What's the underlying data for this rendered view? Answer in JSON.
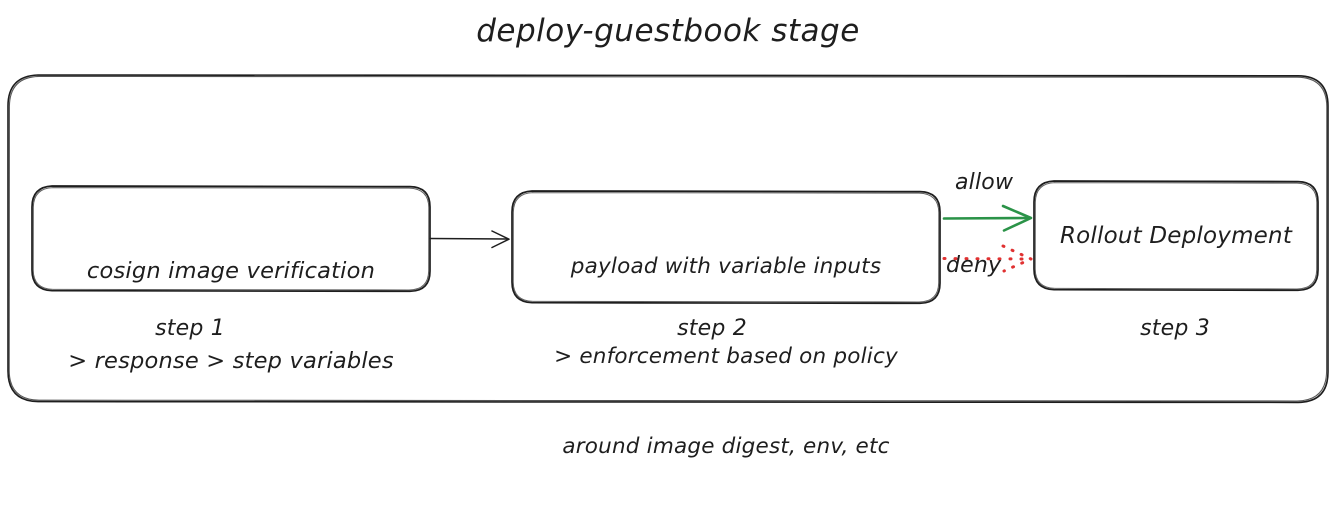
{
  "diagram": {
    "title": "deploy-guestbook stage",
    "type": "flowchart",
    "style": "hand-drawn",
    "colors": {
      "stroke": "#1e1e1e",
      "text": "#1e1e1e",
      "background": "#ffffff",
      "allow_green": "#2b9348",
      "deny_red": "#e03131"
    },
    "container": {
      "name": "deploy-guestbook-stage-container"
    },
    "nodes": [
      {
        "id": "step1",
        "lines": [
          "cosign image verification",
          "> response > step variables"
        ],
        "step_label": "step 1"
      },
      {
        "id": "step2",
        "lines": [
          "payload with variable inputs",
          "> enforcement based on policy",
          "around image digest, env, etc"
        ],
        "step_label": "step 2"
      },
      {
        "id": "step3",
        "lines": [
          "Rollout Deployment"
        ],
        "step_label": "step 3"
      }
    ],
    "edges": [
      {
        "id": "e1",
        "from": "step1",
        "to": "step2",
        "label": "",
        "style": "solid",
        "color": "#1e1e1e"
      },
      {
        "id": "e2",
        "from": "step2",
        "to": "step3",
        "label": "allow",
        "style": "solid",
        "color": "#2b9348"
      },
      {
        "id": "e3",
        "from": "step2",
        "to": "step3",
        "label": "deny",
        "style": "dotted",
        "color": "#e03131"
      }
    ]
  }
}
